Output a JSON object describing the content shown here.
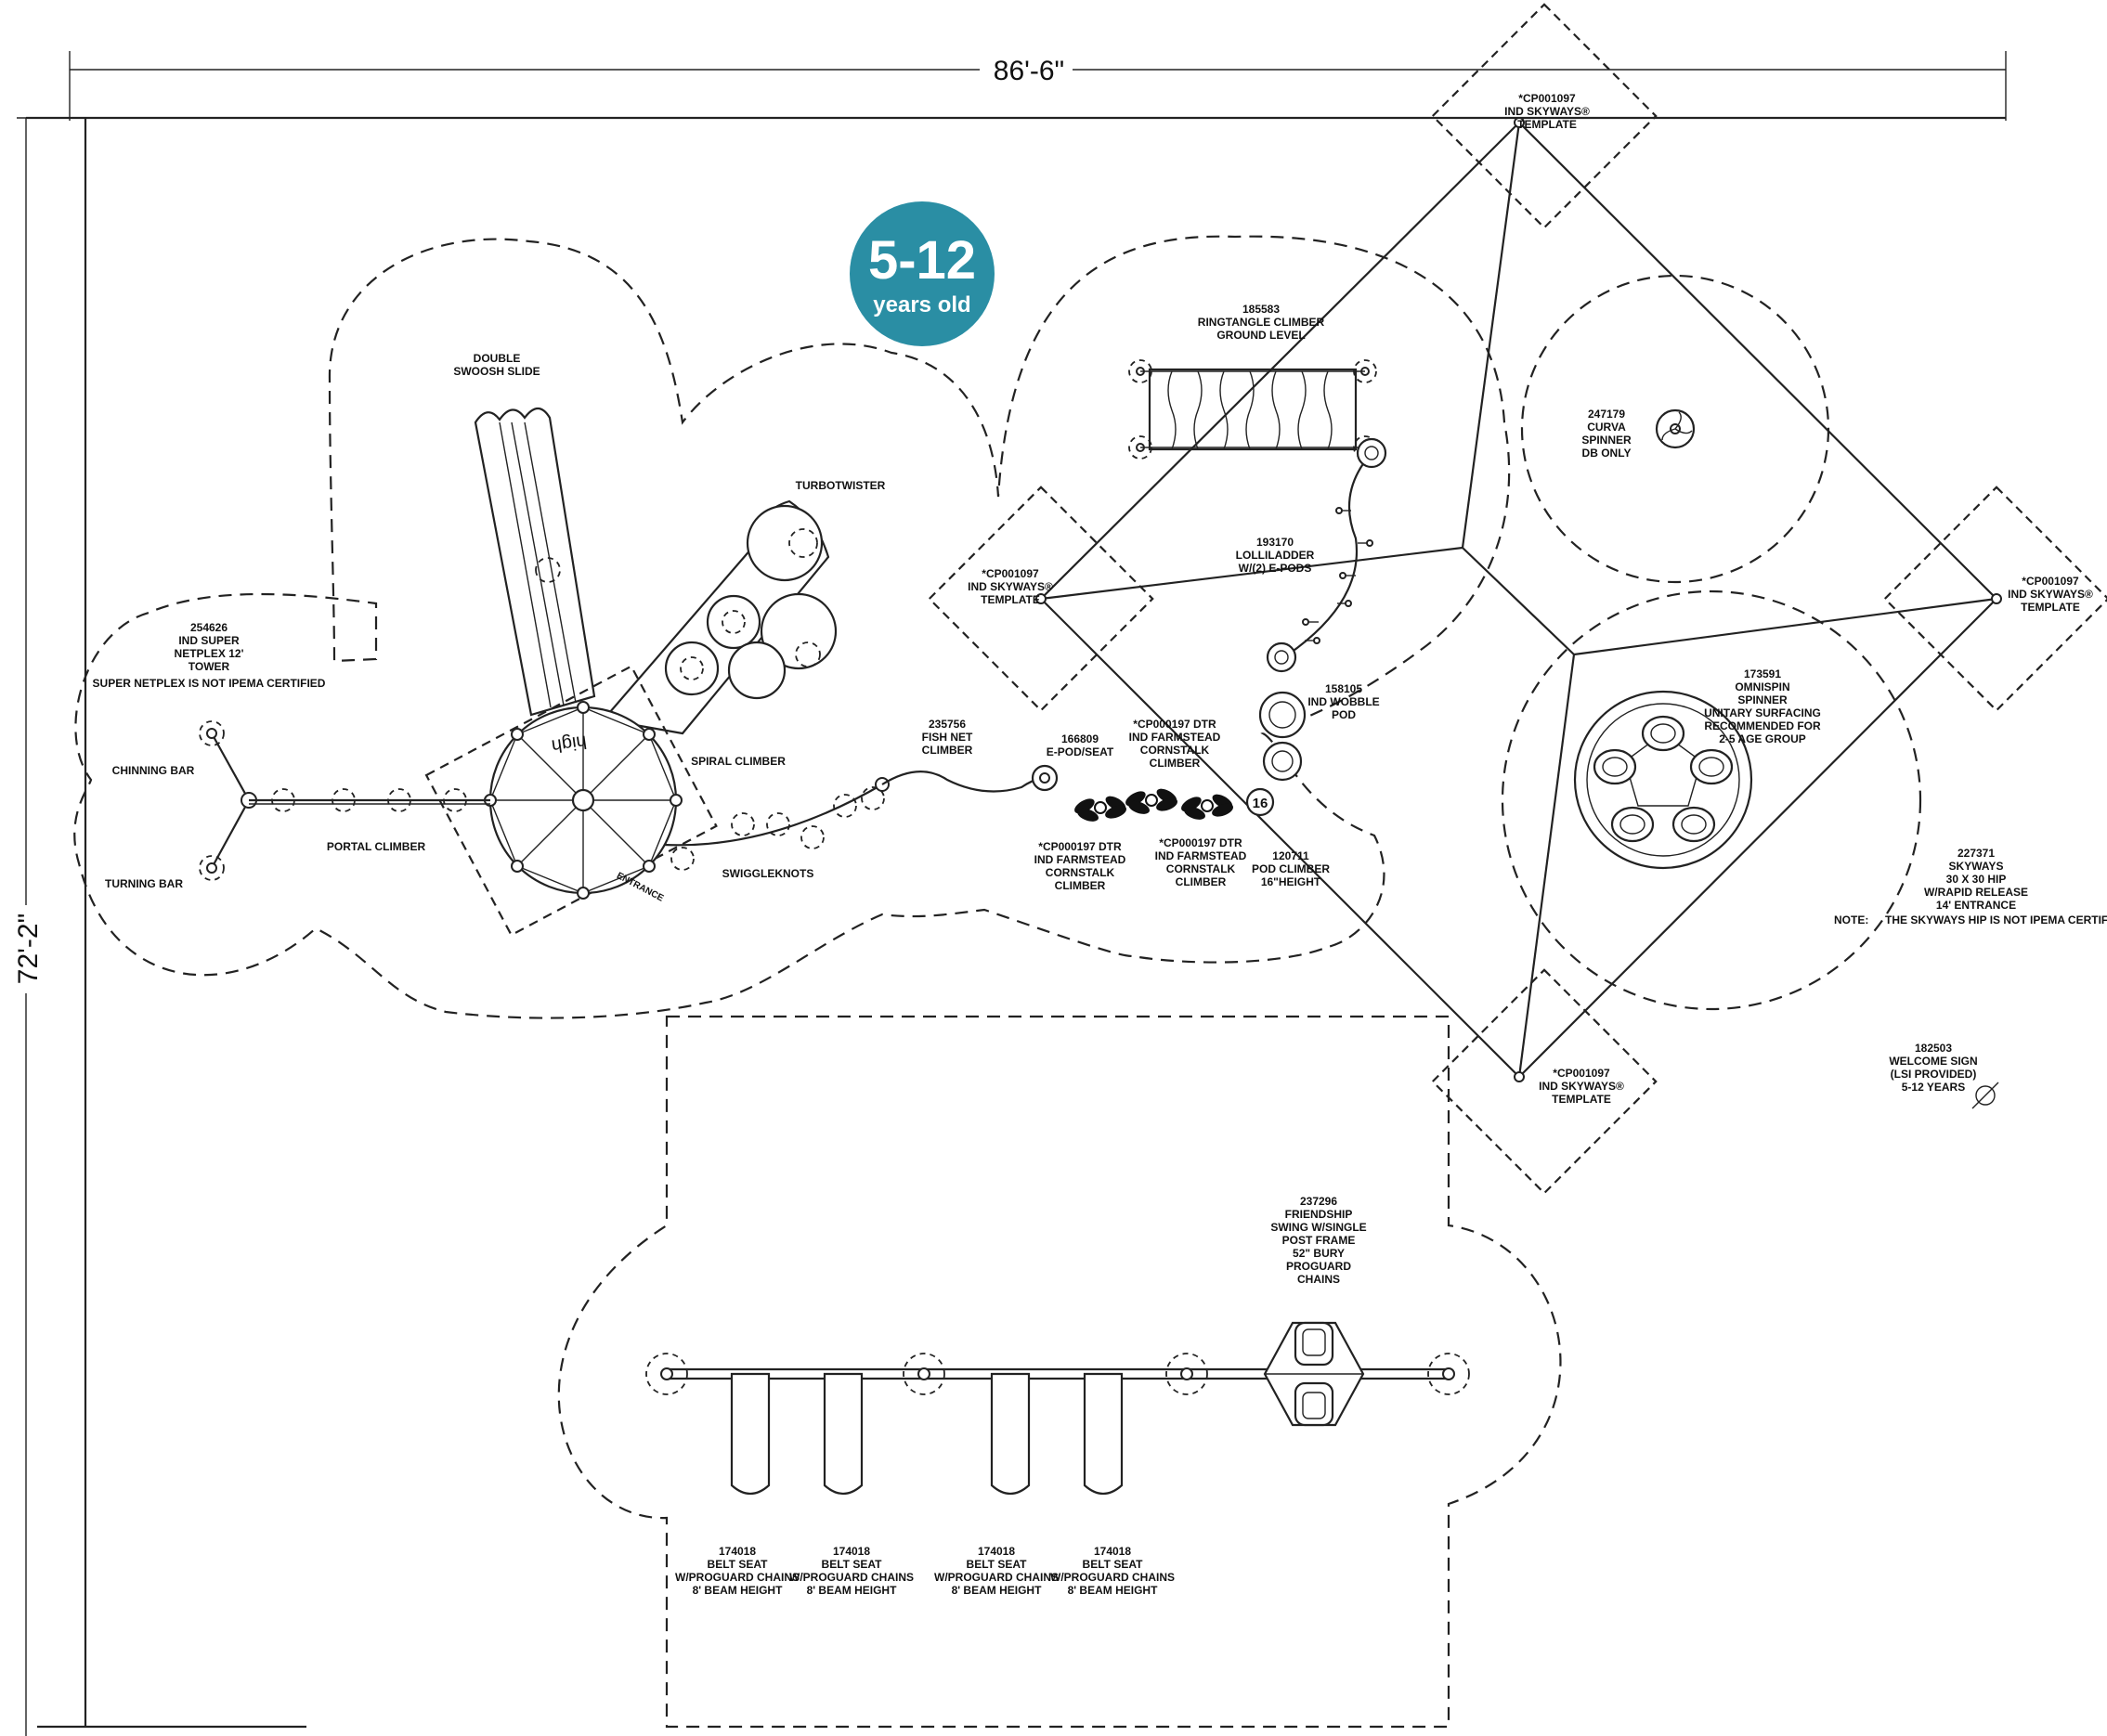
{
  "dimensions": {
    "width": "86'-6\"",
    "height": "72'-2\""
  },
  "badge": {
    "age": "5-12",
    "sub": "years old",
    "color": "#2a8ea4"
  },
  "labels": {
    "double_swoosh": [
      "DOUBLE",
      "SWOOSH SLIDE"
    ],
    "turbotwister": [
      "TURBOTWISTER"
    ],
    "tower": [
      "254626",
      "IND SUPER",
      "NETPLEX 12'",
      "TOWER",
      "SUPER NETPLEX IS NOT IPEMA CERTIFIED"
    ],
    "chinning_bar": [
      "CHINNING BAR"
    ],
    "turning_bar": [
      "TURNING BAR"
    ],
    "portal_climber": [
      "PORTAL CLIMBER"
    ],
    "spiral_climber": [
      "SPIRAL CLIMBER"
    ],
    "swiggleknots": [
      "SWIGGLEKNOTS"
    ],
    "high": [
      "high"
    ],
    "entrance": [
      "ENTRANCE"
    ],
    "fish_net": [
      "235756",
      "FISH NET",
      "CLIMBER"
    ],
    "epod_seat": [
      "166809",
      "E-POD/SEAT"
    ],
    "cornstalk_top": [
      "*CP000197 DTR",
      "IND FARMSTEAD",
      "CORNSTALK",
      "CLIMBER"
    ],
    "cornstalk_left": [
      "*CP000197 DTR",
      "IND FARMSTEAD",
      "CORNSTALK",
      "CLIMBER"
    ],
    "cornstalk_right": [
      "*CP000197 DTR",
      "IND FARMSTEAD",
      "CORNSTALK",
      "CLIMBER"
    ],
    "pod_climber": [
      "120711",
      "POD CLIMBER",
      "16\"HEIGHT"
    ],
    "pod_climber_tag": [
      "16"
    ],
    "wobble_pod": [
      "158105",
      "IND WOBBLE",
      "POD"
    ],
    "ringtangle": [
      "185583",
      "RINGTANGLE CLIMBER",
      "GROUND LEVEL"
    ],
    "lolliladder": [
      "193170",
      "LOLLILADDER",
      "W/(2) E-PODS"
    ],
    "curva": [
      "247179",
      "CURVA",
      "SPINNER",
      "DB ONLY"
    ],
    "omnispin": [
      "173591",
      "OMNISPIN",
      "SPINNER",
      "UNITARY SURFACING",
      "RECOMMENDED FOR",
      "2-5 AGE GROUP"
    ],
    "skyways": [
      "227371",
      "SKYWAYS",
      "30 X 30 HIP",
      "W/RAPID RELEASE",
      "14' ENTRANCE"
    ],
    "skyways_note_head": [
      "NOTE:"
    ],
    "skyways_note": [
      "THE SKYWAYS HIP IS NOT IPEMA CERTIFIED"
    ],
    "template_top": [
      "*CP001097",
      "IND SKYWAYS®",
      "TEMPLATE"
    ],
    "template_left": [
      "*CP001097",
      "IND SKYWAYS®",
      "TEMPLATE"
    ],
    "template_right": [
      "*CP001097",
      "IND SKYWAYS®",
      "TEMPLATE"
    ],
    "template_bottom": [
      "*CP001097",
      "IND SKYWAYS®",
      "TEMPLATE"
    ],
    "welcome_sign": [
      "182503",
      "WELCOME SIGN",
      "(LSI PROVIDED)",
      "5-12 YEARS"
    ],
    "friendship_swing": [
      "237296",
      "FRIENDSHIP",
      "SWING W/SINGLE",
      "POST FRAME",
      "52\" BURY",
      "PROGUARD",
      "CHAINS"
    ],
    "belt_seat_1": [
      "174018",
      "BELT SEAT",
      "W/PROGUARD CHAINS",
      "8' BEAM HEIGHT"
    ],
    "belt_seat_2": [
      "174018",
      "BELT SEAT",
      "W/PROGUARD CHAINS",
      "8' BEAM HEIGHT"
    ],
    "belt_seat_3": [
      "174018",
      "BELT SEAT",
      "W/PROGUARD CHAINS",
      "8' BEAM HEIGHT"
    ],
    "belt_seat_4": [
      "174018",
      "BELT SEAT",
      "W/PROGUARD CHAINS",
      "8' BEAM HEIGHT"
    ]
  }
}
